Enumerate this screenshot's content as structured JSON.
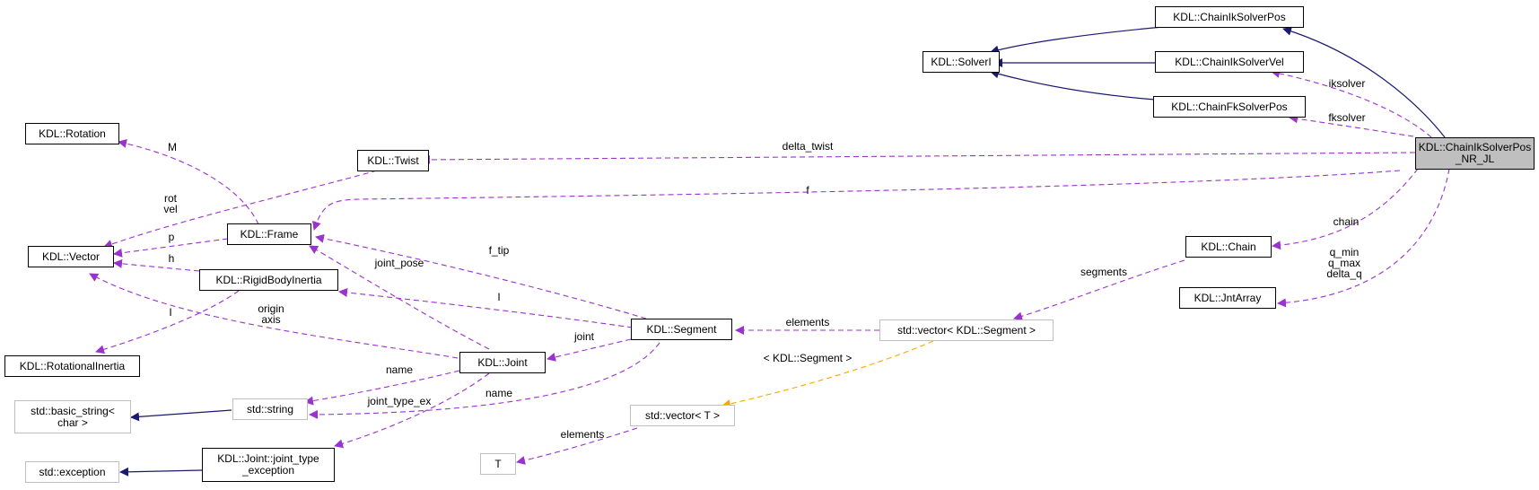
{
  "colors": {
    "inherit": "#191970",
    "use": "#9a32cd",
    "template": "#ffa500",
    "focus_fill": "#bfbfbf",
    "external_border": "#bfbfbf"
  },
  "nodes": {
    "ikpos": {
      "lines": [
        "KDL::ChainIkSolverPos"
      ]
    },
    "solveri": {
      "lines": [
        "KDL::SolverI"
      ]
    },
    "ikvel": {
      "lines": [
        "KDL::ChainIkSolverVel"
      ]
    },
    "fkpos": {
      "lines": [
        "KDL::ChainFkSolverPos"
      ]
    },
    "rotation": {
      "lines": [
        "KDL::Rotation"
      ]
    },
    "twist": {
      "lines": [
        "KDL::Twist"
      ]
    },
    "main": {
      "lines": [
        "KDL::ChainIkSolverPos",
        "_NR_JL"
      ]
    },
    "frame": {
      "lines": [
        "KDL::Frame"
      ]
    },
    "vector": {
      "lines": [
        "KDL::Vector"
      ]
    },
    "rbi": {
      "lines": [
        "KDL::RigidBodyInertia"
      ]
    },
    "chain": {
      "lines": [
        "KDL::Chain"
      ]
    },
    "jntarray": {
      "lines": [
        "KDL::JntArray"
      ]
    },
    "segment": {
      "lines": [
        "KDL::Segment"
      ]
    },
    "vecseg": {
      "lines": [
        "std::vector< KDL::Segment >"
      ]
    },
    "rotinertia": {
      "lines": [
        "KDL::RotationalInertia"
      ]
    },
    "joint": {
      "lines": [
        "KDL::Joint"
      ]
    },
    "basicstr": {
      "lines": [
        "std::basic_string<",
        "char >"
      ]
    },
    "string": {
      "lines": [
        "std::string"
      ]
    },
    "vect": {
      "lines": [
        "std::vector< T >"
      ]
    },
    "T": {
      "lines": [
        "T"
      ]
    },
    "exception": {
      "lines": [
        "std::exception"
      ]
    },
    "jtexc": {
      "lines": [
        "KDL::Joint::joint_type",
        "_exception"
      ]
    }
  },
  "edge_labels": {
    "iksolver": "iksolver",
    "fksolver": "fksolver",
    "delta_twist": "delta_twist",
    "f": "f",
    "M": "M",
    "rot_vel": [
      "rot",
      "vel"
    ],
    "p": "p",
    "h": "h",
    "I_rbi": "I",
    "f_tip": "f_tip",
    "joint_pose": "joint_pose",
    "I_seg": "I",
    "origin_axis": [
      "origin",
      "axis"
    ],
    "chain": "chain",
    "qlimits": [
      "q_min",
      "q_max",
      "delta_q"
    ],
    "segments": "segments",
    "elements_seg": "elements",
    "joint": "joint",
    "name_joint": "name",
    "name_seg": "name",
    "joint_type_ex": "joint_type_ex",
    "template_arg": "< KDL::Segment >",
    "elements_T": "elements"
  }
}
